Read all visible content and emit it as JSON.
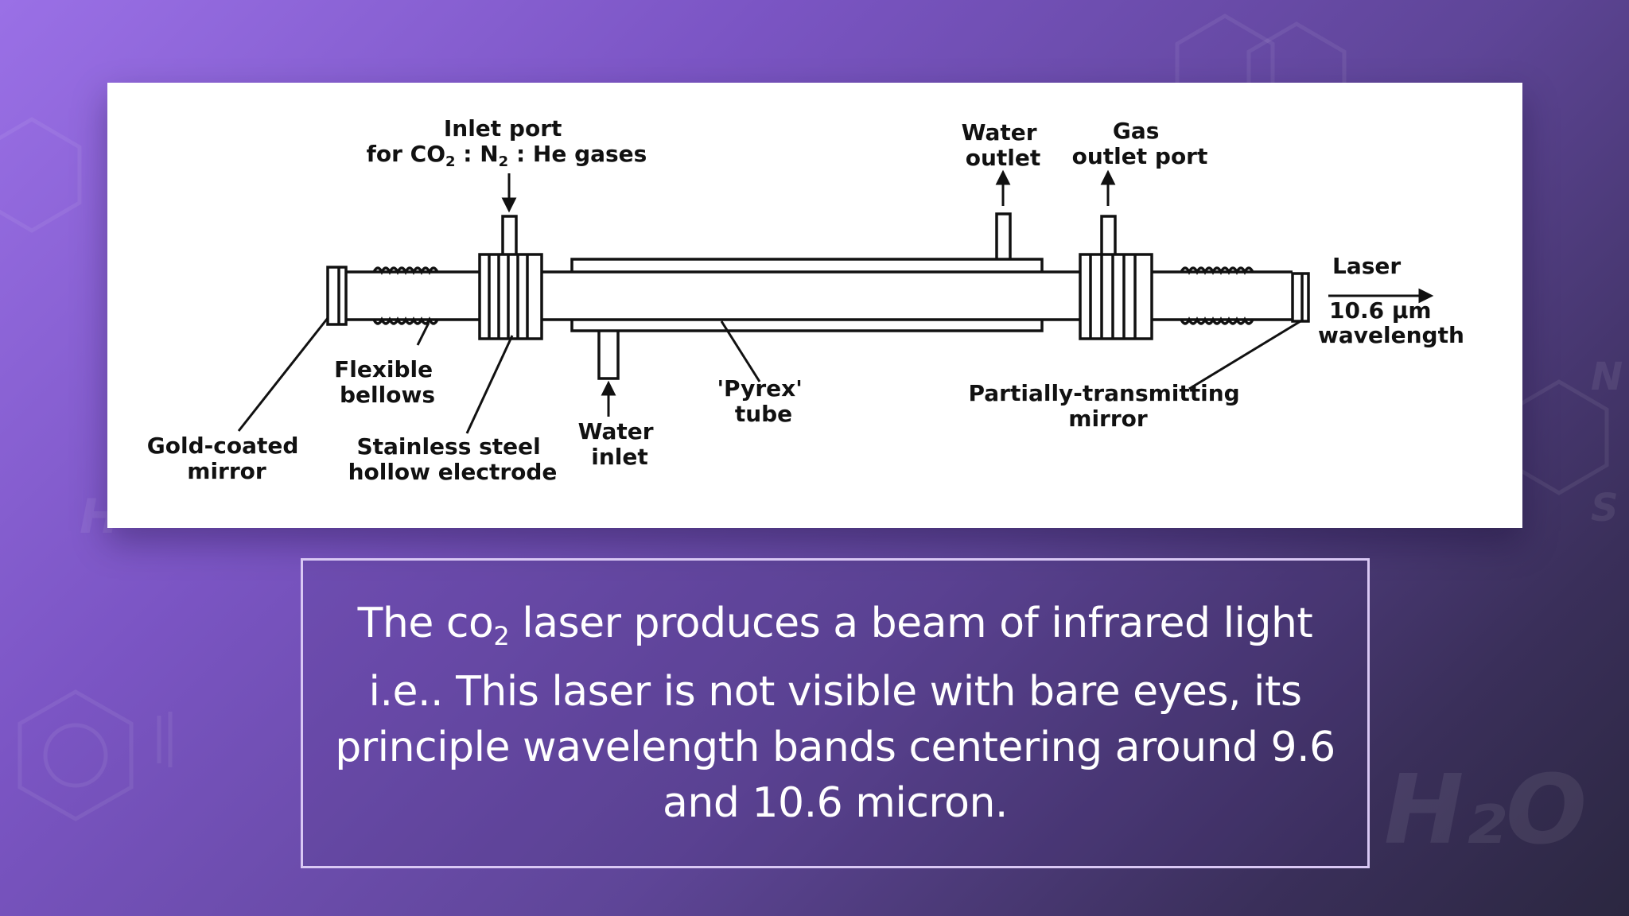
{
  "background": {
    "accent": "#9a70e6",
    "dark": "#2b2740"
  },
  "diagram": {
    "labels": {
      "inlet_port_line1": "Inlet port",
      "inlet_port_line2_prefix": "for CO",
      "inlet_port_sub_2a": "2",
      "inlet_port_colon1": " : N",
      "inlet_port_sub_2b": "2",
      "inlet_port_rest": " : He gases",
      "water_outlet_line1": "Water",
      "water_outlet_line2": "outlet",
      "gas_outlet_line1": "Gas",
      "gas_outlet_line2": "outlet port",
      "laser_line1": "Laser",
      "laser_line2": "10.6  μm",
      "laser_line3": "wavelength",
      "flexible_bellows_line1": "Flexible",
      "flexible_bellows_line2": "bellows",
      "pyrex_line1": "'Pyrex'",
      "pyrex_line2": "tube",
      "partial_mirror_line1": "Partially-transmitting",
      "partial_mirror_line2": "mirror",
      "gold_mirror_line1": "Gold-coated",
      "gold_mirror_line2": "mirror",
      "electrode_line1": "Stainless steel",
      "electrode_line2": "hollow electrode",
      "water_inlet_line1": "Water",
      "water_inlet_line2": "inlet"
    }
  },
  "caption": {
    "part1": "The co",
    "sub": "2",
    "part2": " laser produces a beam of infrared light i.e.. This laser is not visible with bare eyes, its principle wavelength bands centering around 9.6 and 10.6 micron."
  }
}
